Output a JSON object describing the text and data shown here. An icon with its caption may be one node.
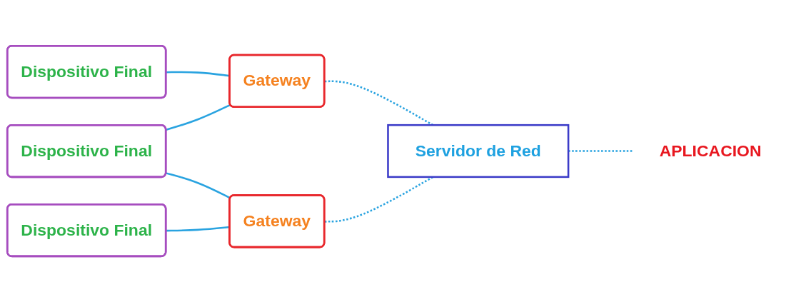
{
  "diagram": {
    "nodes": [
      {
        "text": [
          "Dispositivo Final"
        ]
      },
      {
        "text": [
          "Dispositivo Final"
        ]
      },
      {
        "text": [
          "Dispositivo Final"
        ]
      },
      {
        "text": [
          "Gateway"
        ]
      },
      {
        "text": [
          "Gateway"
        ]
      },
      {
        "text": [
          "Servidor de Red"
        ]
      },
      {
        "text": [
          "APLICACION"
        ]
      }
    ],
    "edges": [
      {
        "from": 0,
        "to": 3,
        "arrow": "none"
      },
      {
        "from": 1,
        "to": 3,
        "arrow": "none"
      },
      {
        "from": 1,
        "to": 4,
        "arrow": "none"
      },
      {
        "from": 2,
        "to": 4,
        "arrow": "none"
      },
      {
        "from": 3,
        "to": 5,
        "arrow": "none",
        "style": "dashed"
      },
      {
        "from": 4,
        "to": 5,
        "arrow": "none",
        "style": "dashed"
      },
      {
        "from": 5,
        "to": 6,
        "arrow": "none",
        "style": "dashed"
      }
    ]
  }
}
